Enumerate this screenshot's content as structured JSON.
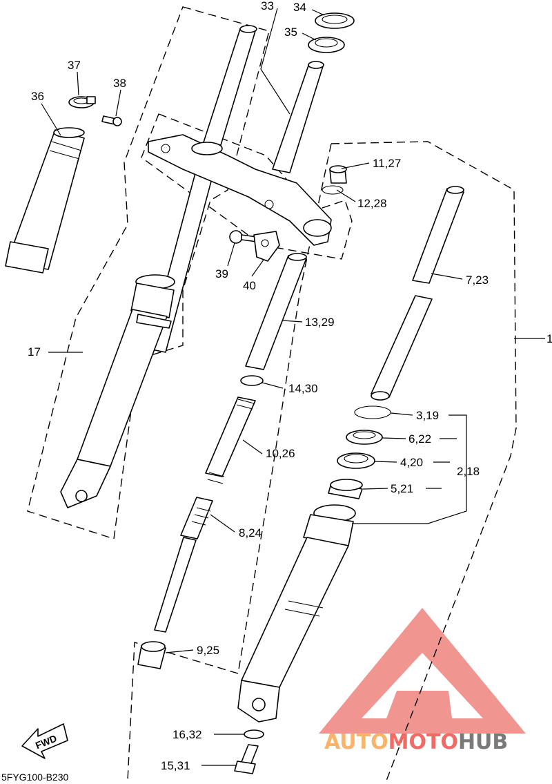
{
  "diagram_code": "5FYG100-B230",
  "fwd_label": "FWD",
  "watermark": {
    "parts": [
      "AUTO",
      "MOTO",
      "HUB"
    ],
    "colors": [
      "#f7b46a",
      "#ef6b66",
      "#7a7a7a"
    ]
  },
  "callouts": [
    {
      "id": "c34",
      "text": "34"
    },
    {
      "id": "c33",
      "text": "33"
    },
    {
      "id": "c35",
      "text": "35"
    },
    {
      "id": "c37",
      "text": "37"
    },
    {
      "id": "c38",
      "text": "38"
    },
    {
      "id": "c36",
      "text": "36"
    },
    {
      "id": "c11",
      "text": "11,27"
    },
    {
      "id": "c12",
      "text": "12,28"
    },
    {
      "id": "c39",
      "text": "39"
    },
    {
      "id": "c40",
      "text": "40"
    },
    {
      "id": "c7",
      "text": "7,23"
    },
    {
      "id": "c1",
      "text": "1"
    },
    {
      "id": "c13",
      "text": "13,29"
    },
    {
      "id": "c17",
      "text": "17"
    },
    {
      "id": "c14",
      "text": "14,30"
    },
    {
      "id": "c3",
      "text": "3,19"
    },
    {
      "id": "c6",
      "text": "6,22"
    },
    {
      "id": "c10",
      "text": "10,26"
    },
    {
      "id": "c4",
      "text": "4,20"
    },
    {
      "id": "c2",
      "text": "2,18"
    },
    {
      "id": "c5",
      "text": "5,21"
    },
    {
      "id": "c8",
      "text": "8,24"
    },
    {
      "id": "c9",
      "text": "9,25"
    },
    {
      "id": "c16",
      "text": "16,32"
    },
    {
      "id": "c15",
      "text": "15,31"
    }
  ]
}
